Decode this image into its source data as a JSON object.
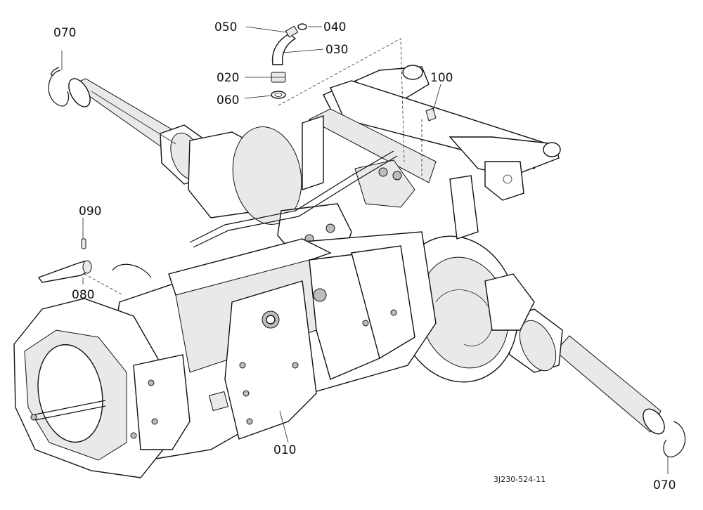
{
  "callouts": {
    "c010": "010",
    "c020": "020",
    "c030": "030",
    "c040": "040",
    "c050": "050",
    "c060": "060",
    "c070_left": "070",
    "c070_right": "070",
    "c080": "080",
    "c090": "090",
    "c100": "100"
  },
  "drawing_number": "3J230-524-11"
}
